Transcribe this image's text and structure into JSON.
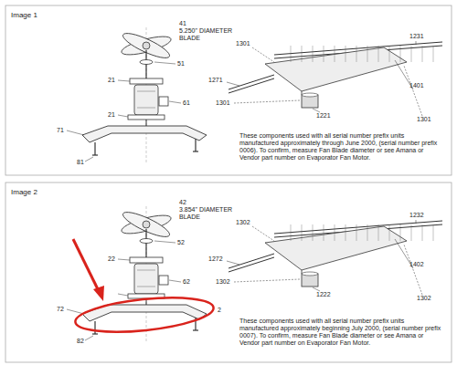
{
  "diagram": {
    "labels": [
      "Image 1",
      "41",
      "5.250\" DIAMETER",
      "BLADE",
      "51",
      "21",
      "21",
      "61",
      "71",
      "81",
      "1301",
      "1231",
      "1271",
      "1301",
      "1221",
      "1401",
      "1301",
      "These components used with all serial number prefix units manufactured approximately through June 2000, (serial number prefix 0006). To confirm, measure Fan Blade diameter or see Amana or Vendor part number on Evaporator Fan Motor.",
      "Image 2",
      "42",
      "3.854\" DIAMETER",
      "BLADE",
      "52",
      "22",
      "62",
      "2",
      "72",
      "82",
      "1302",
      "1232",
      "1272",
      "1302",
      "1222",
      "1402",
      "1302",
      "These components used with all serial number prefix units manufactured approximately beginning July 2000, (serial number prefix 0007). To confirm, measure Fan Blade diameter or see Amana or Vendor part number on Evaporator Fan Motor."
    ]
  }
}
